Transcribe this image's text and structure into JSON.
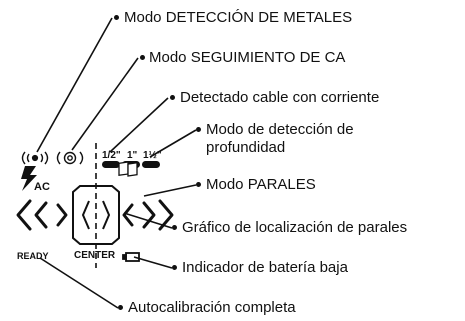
{
  "callouts": {
    "metal": "Modo DETECCIÓN DE METALES",
    "ac": "Modo SEGUIMIENTO DE CA",
    "live_wire": "Detectado cable con corriente",
    "depth": "Modo de detección de profundidad",
    "stud": "Modo PARALES",
    "stud_graph": "Gráfico de localización de parales",
    "battery": "Indicador de batería baja",
    "autocal": "Autocalibración completa"
  },
  "display": {
    "ac_label": "AC",
    "depth_labels": [
      "1/2\"",
      "1\"",
      "1½\""
    ],
    "center_label": "CENTER",
    "ready_label": "READY"
  }
}
